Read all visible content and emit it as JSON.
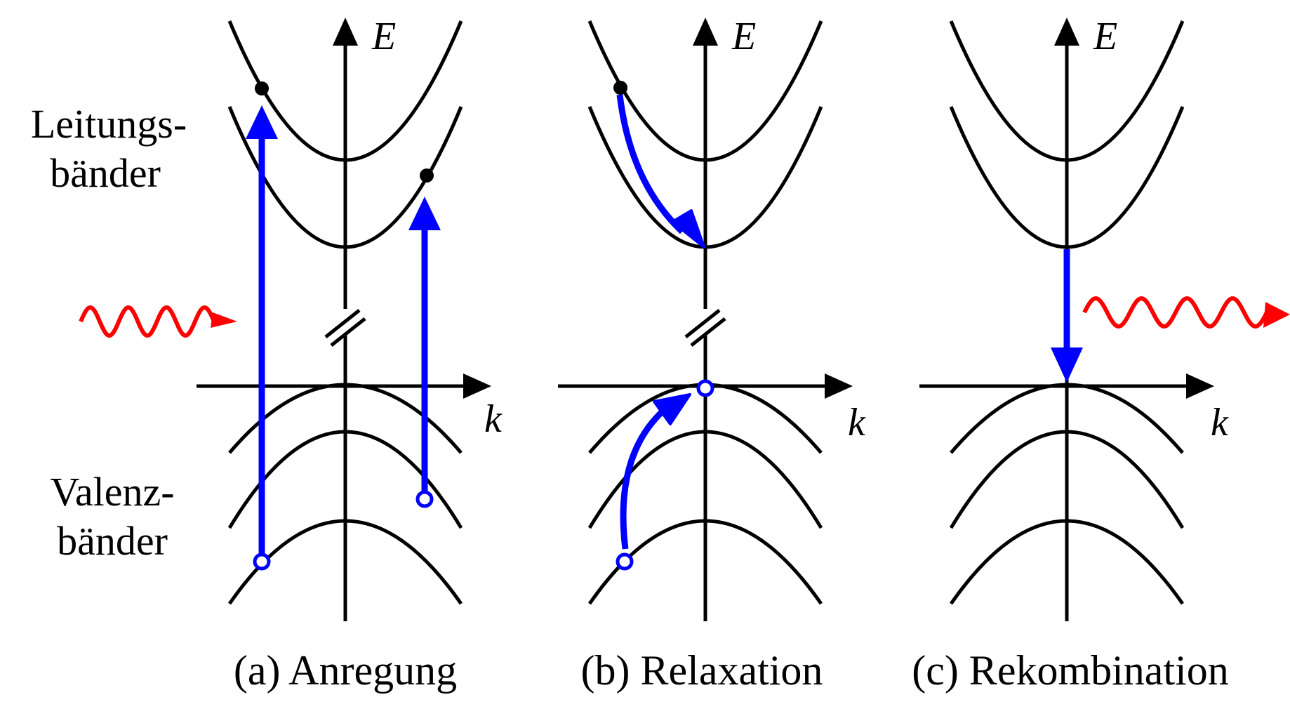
{
  "band_labels": {
    "conduction": [
      "Leitungs-",
      "bänder"
    ],
    "valence": [
      "Valenz-",
      "bänder"
    ]
  },
  "axis_labels": {
    "energy": "E",
    "momentum": "k"
  },
  "panels": [
    {
      "id": "a",
      "caption": "(a) Anregung"
    },
    {
      "id": "b",
      "caption": "(b) Relaxation"
    },
    {
      "id": "c",
      "caption": "(c) Rekombination"
    }
  ],
  "colors": {
    "transition": "#0000ff",
    "photon": "#ff0000",
    "band": "#000000"
  },
  "icons": {
    "photon_in": "wavy-arrow",
    "photon_out": "wavy-arrow",
    "axis_break": "double-slash"
  }
}
